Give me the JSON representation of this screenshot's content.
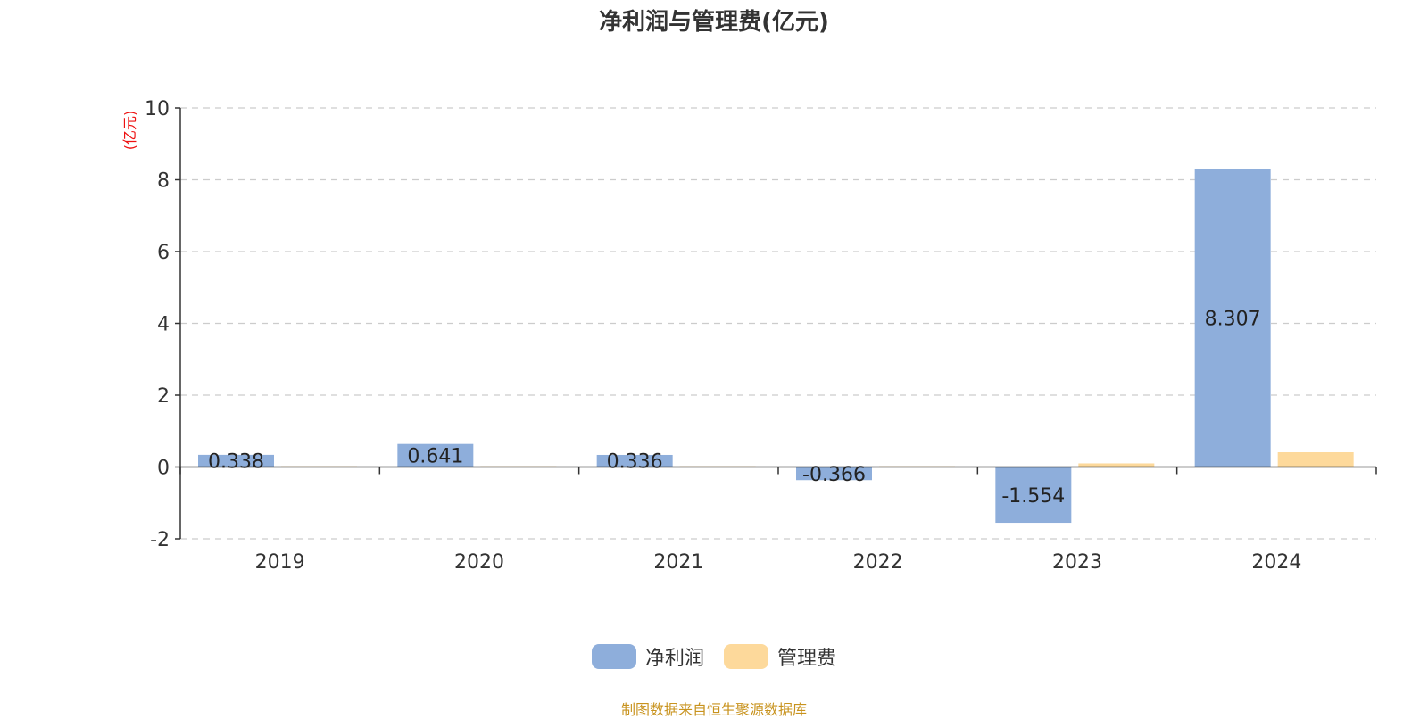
{
  "chart_data": {
    "type": "bar",
    "title": "净利润与管理费(亿元)",
    "ylabel": "(亿元)",
    "categories": [
      "2019",
      "2020",
      "2021",
      "2022",
      "2023",
      "2024"
    ],
    "series": [
      {
        "name": "净利润",
        "values": [
          0.338,
          0.641,
          0.336,
          -0.366,
          -1.554,
          8.307
        ],
        "color": "#8eaedb",
        "labels": [
          "0.338",
          "0.641",
          "0.336",
          "-0.366",
          "-1.554",
          "8.307"
        ]
      },
      {
        "name": "管理费",
        "values": [
          0.02,
          0.02,
          0.02,
          0.02,
          0.1,
          0.41
        ],
        "color": "#fdd99b"
      }
    ],
    "ylim": [
      -2,
      10
    ],
    "yticks": [
      "10",
      "8",
      "6",
      "4",
      "2",
      "0",
      "-2"
    ],
    "grid": true,
    "legend_position": "bottom"
  },
  "footer": {
    "source": "制图数据来自恒生聚源数据库"
  },
  "colors": {
    "ylabel": "#ee1111",
    "source": "#c8931e",
    "axis": "#333333",
    "grid": "#cccccc"
  }
}
